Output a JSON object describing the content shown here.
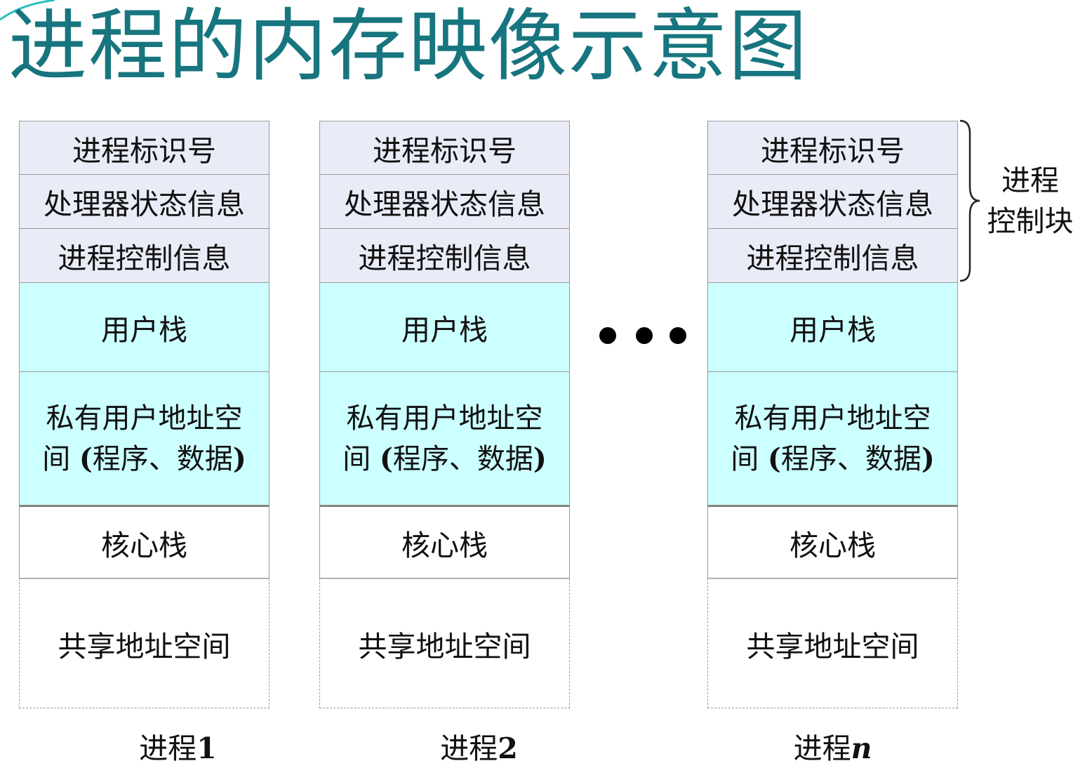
{
  "title": "进程的内存映像示意图",
  "accent_color": "#17757f",
  "regions": {
    "pid": "进程标识号",
    "cpu_state": "处理器状态信息",
    "control_info": "进程控制信息",
    "user_stack": "用户栈",
    "private_space_line1": "私有用户地址空",
    "private_space_line2_a": "间 ",
    "private_space_line2_b": "(",
    "private_space_line2_c": "程序、数据",
    "private_space_line2_d": ")",
    "kernel_stack": "核心栈",
    "shared_space": "共享地址空间"
  },
  "processes": [
    {
      "prefix": "进程",
      "id": "1"
    },
    {
      "prefix": "进程",
      "id": "2"
    },
    {
      "prefix": "进程",
      "id": "n"
    }
  ],
  "pcb_label_line1": "进程",
  "pcb_label_line2": "控制块"
}
